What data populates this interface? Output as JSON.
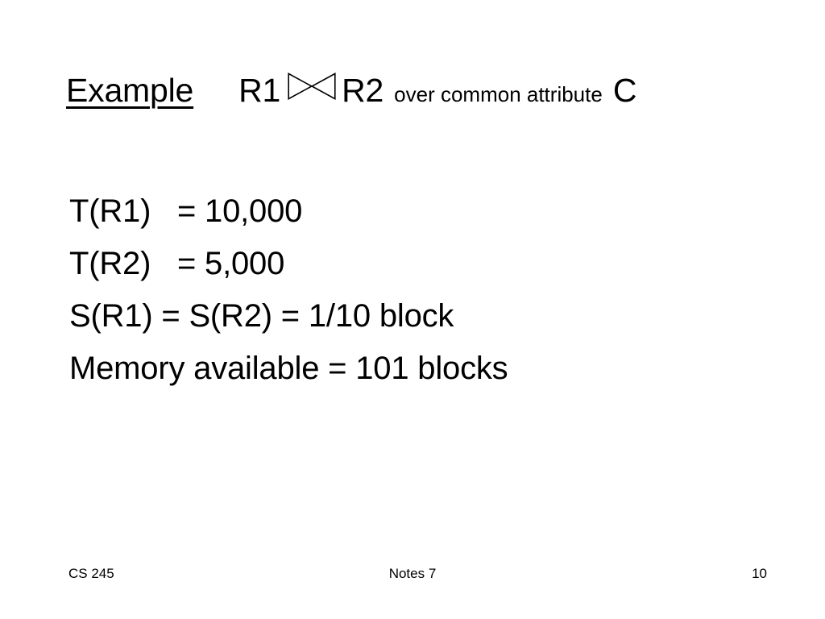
{
  "slide": {
    "background_color": "#ffffff",
    "text_color": "#000000",
    "title": {
      "heading": "Example",
      "relation_left": "R1",
      "join_symbol_name": "natural-join-bowtie-icon",
      "relation_right": "R2",
      "qualifier": "over common attribute",
      "attribute": "C"
    },
    "body_lines": [
      "T(R1)   = 10,000",
      "T(R2)   = 5,000",
      "S(R1) = S(R2) = 1/10 block",
      "Memory available = 101 blocks"
    ],
    "facts": {
      "T_R1": "10,000",
      "T_R2": "5,000",
      "S_R1": "1/10 block",
      "S_R2": "1/10 block",
      "memory_available": "101 blocks"
    },
    "footer": {
      "course": "CS 245",
      "notes": "Notes 7",
      "page_number": "10"
    }
  }
}
